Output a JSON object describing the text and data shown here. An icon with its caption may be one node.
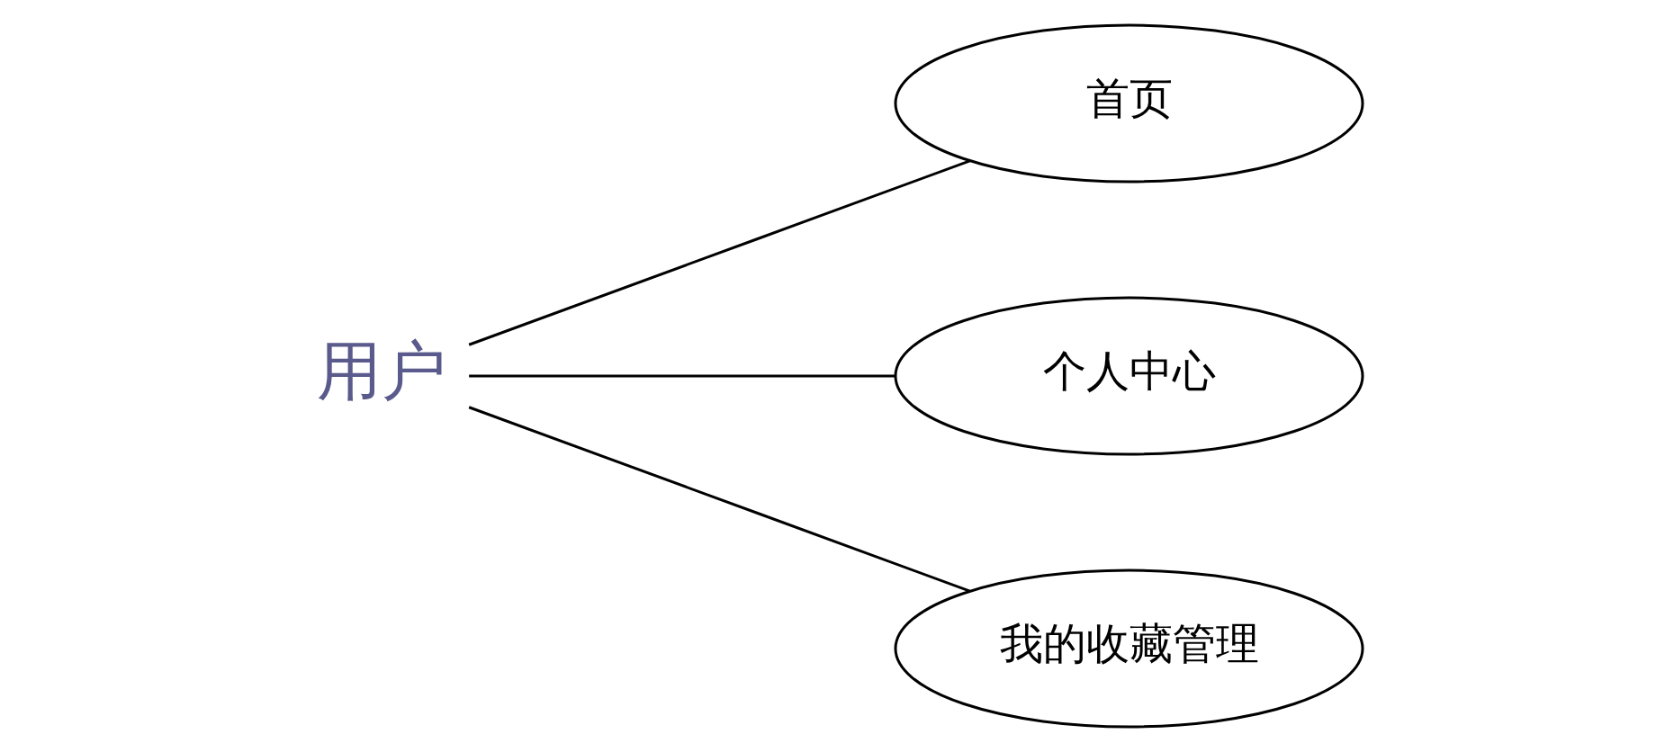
{
  "diagram": {
    "nodes": [
      {
        "text": [
          "用户"
        ]
      },
      {
        "text": [
          "首页"
        ]
      },
      {
        "text": [
          "个人中心"
        ]
      },
      {
        "text": [
          "我的收藏管理"
        ]
      }
    ],
    "edges": [
      {
        "from": 0,
        "to": 1,
        "arrow": "none"
      },
      {
        "from": 0,
        "to": 2,
        "arrow": "none"
      },
      {
        "from": 0,
        "to": 3,
        "arrow": "none"
      }
    ]
  }
}
